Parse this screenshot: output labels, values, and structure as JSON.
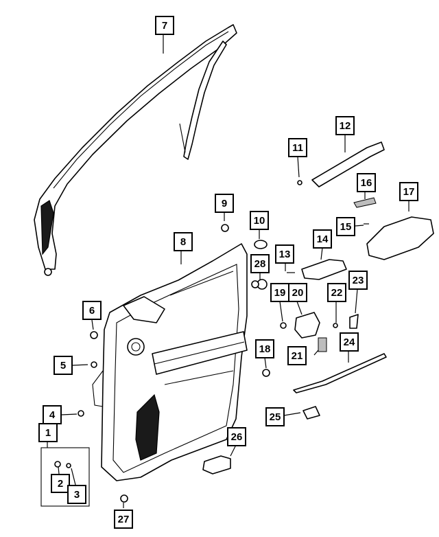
{
  "diagram": {
    "callouts": [
      {
        "id": "c1",
        "label": "1"
      },
      {
        "id": "c2",
        "label": "2"
      },
      {
        "id": "c3",
        "label": "3"
      },
      {
        "id": "c4",
        "label": "4"
      },
      {
        "id": "c5",
        "label": "5"
      },
      {
        "id": "c6",
        "label": "6"
      },
      {
        "id": "c7",
        "label": "7"
      },
      {
        "id": "c8",
        "label": "8"
      },
      {
        "id": "c9",
        "label": "9"
      },
      {
        "id": "c10",
        "label": "10"
      },
      {
        "id": "c11",
        "label": "11"
      },
      {
        "id": "c12",
        "label": "12"
      },
      {
        "id": "c13",
        "label": "13"
      },
      {
        "id": "c14",
        "label": "14"
      },
      {
        "id": "c15",
        "label": "15"
      },
      {
        "id": "c16",
        "label": "16"
      },
      {
        "id": "c17",
        "label": "17"
      },
      {
        "id": "c18",
        "label": "18"
      },
      {
        "id": "c19",
        "label": "19"
      },
      {
        "id": "c20",
        "label": "20"
      },
      {
        "id": "c21",
        "label": "21"
      },
      {
        "id": "c22",
        "label": "22"
      },
      {
        "id": "c23",
        "label": "23"
      },
      {
        "id": "c24",
        "label": "24"
      },
      {
        "id": "c25",
        "label": "25"
      },
      {
        "id": "c26",
        "label": "26"
      },
      {
        "id": "c27",
        "label": "27"
      },
      {
        "id": "c28",
        "label": "28"
      }
    ]
  }
}
